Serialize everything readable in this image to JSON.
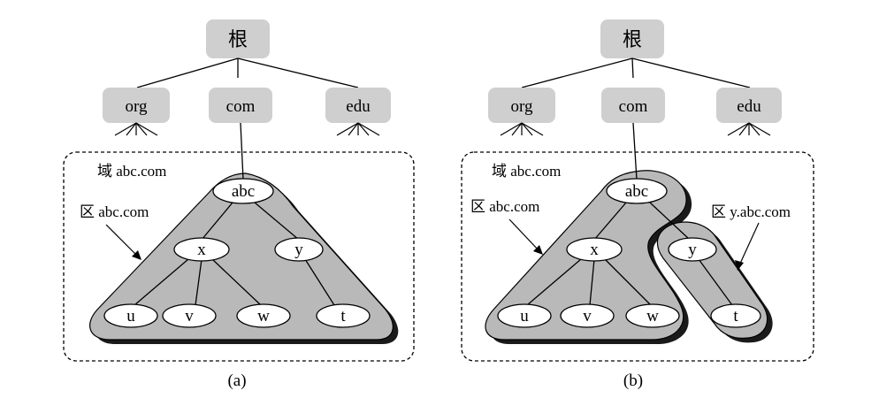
{
  "panel_a": {
    "root": "根",
    "tld_org": "org",
    "tld_com": "com",
    "tld_edu": "edu",
    "domain_label": "域 abc.com",
    "zone_label": "区 abc.com",
    "nodes": {
      "abc": "abc",
      "x": "x",
      "y": "y",
      "u": "u",
      "v": "v",
      "w": "w",
      "t": "t"
    },
    "caption": "(a)"
  },
  "panel_b": {
    "root": "根",
    "tld_org": "org",
    "tld_com": "com",
    "tld_edu": "edu",
    "domain_label": "域 abc.com",
    "zone_label": "区 abc.com",
    "zone2_label": "区 y.abc.com",
    "nodes": {
      "abc": "abc",
      "x": "x",
      "y": "y",
      "u": "u",
      "v": "v",
      "w": "w",
      "t": "t"
    },
    "caption": "(b)"
  },
  "colors": {
    "box_fill": "#cfcfcf",
    "zone_fill": "#b9b9b9",
    "zone_shadow": "#1a1a1a"
  }
}
